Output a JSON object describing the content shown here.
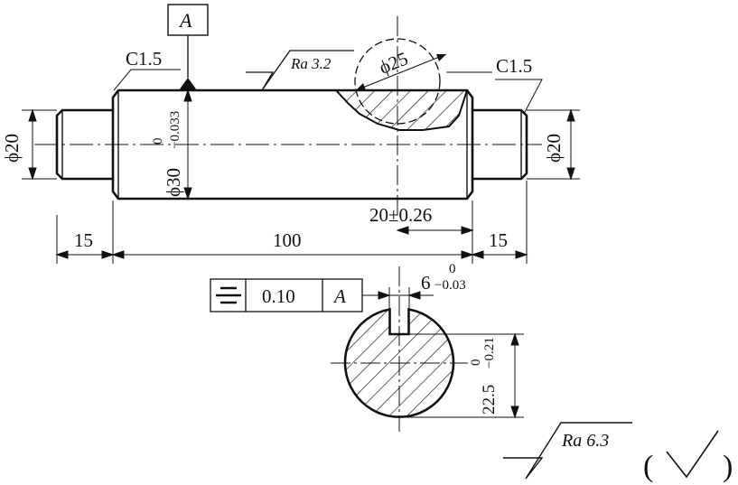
{
  "datum": {
    "letter": "A"
  },
  "chamfer_left": "C1.5",
  "chamfer_right": "C1.5",
  "roughness_top": {
    "label": "Ra 3.2"
  },
  "roughness_bottom": {
    "label": "Ra 6.3",
    "bracket_open": "(",
    "bracket_close": ")"
  },
  "dims": {
    "diam_left": "ϕ20",
    "diam_right": "ϕ20",
    "diam_main": "ϕ30",
    "diam_main_upper": "0",
    "diam_main_lower": "−0.033",
    "diam_cutter": "ϕ25",
    "len_left": "15",
    "len_main": "100",
    "len_right": "15",
    "keyway_pos": "20±0.26",
    "key_width": "6",
    "key_width_upper": "0",
    "key_width_lower": "−0.03",
    "key_depth": "22.5",
    "key_depth_upper": "0",
    "key_depth_lower": "−0.21"
  },
  "tolerance_frame": {
    "symbol": "symmetry-icon",
    "value": "0.10",
    "datum": "A"
  },
  "colors": {
    "line": "#111111",
    "hatch": "#111111",
    "background": "#ffffff"
  }
}
